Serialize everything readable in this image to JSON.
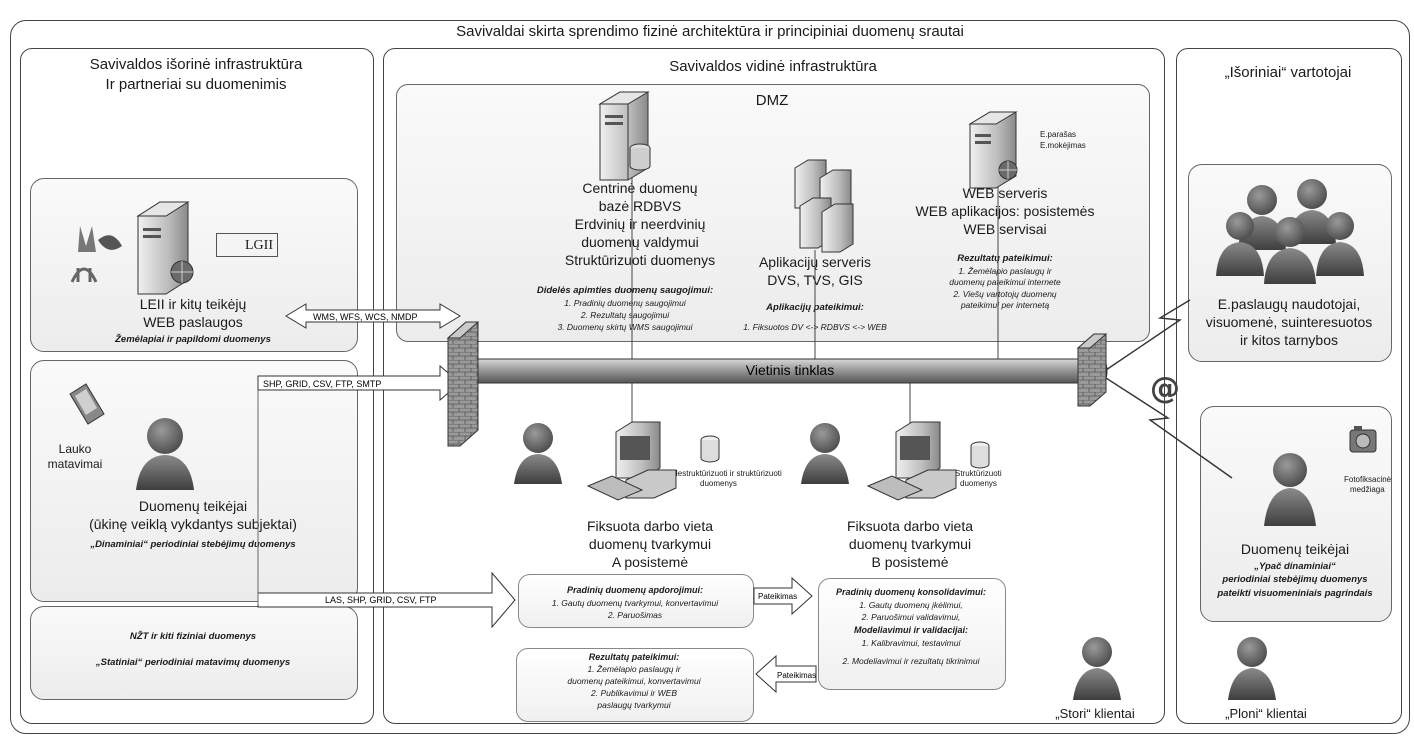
{
  "main_title": "Savivaldai skirta sprendimo fizinė architektūra ir principiniai duomenų srautai",
  "left": {
    "title_line1": "Savivaldos išorinė infrastruktūra",
    "title_line2": "Ir partneriai su duomenimis",
    "leii_box": {
      "logo_text": "LGII",
      "line1": "LEII ir kitų teikėjų",
      "line2": "WEB paslaugos",
      "sub": "Žemėlapiai ir papildomi duomenys"
    },
    "providers_box": {
      "device_label_line1": "Lauko",
      "device_label_line2": "matavimai",
      "line1": "Duomenų teikėjai",
      "line2": "(ūkinę veiklą vykdantys subjektai)",
      "sub": "„Dinaminiai“ periodiniai stebėjimų duomenys"
    },
    "static_box": {
      "line1": "NŽT ir kiti fiziniai duomenys",
      "line2": "„Statiniai“ periodiniai matavimų duomenys"
    }
  },
  "arrows": {
    "wms": "WMS, WFS, WCS, NMDP",
    "shp": "SHP, GRID, CSV, FTP, SMTP",
    "las": "LAS, SHP, GRID, CSV, FTP",
    "pateikimas1": "Pateikimas",
    "pateikimas2": "Pateikimas"
  },
  "center": {
    "title": "Savivaldos vidinė infrastruktūra",
    "dmz": "DMZ",
    "db": {
      "line1": "Centrinė duomenų",
      "line2": "bazė RDBVS",
      "line3": "Erdvinių ir neerdvinių",
      "line4": "duomenų valdymui",
      "line5": "Struktūrizuoti duomenys",
      "note_title": "Didelės apimties duomenų saugojimui:",
      "note1": "1. Pradinių duomenų saugojimui",
      "note2": "2. Rezultatų saugojimui",
      "note3": "3. Duomenų skirtų WMS saugojimui"
    },
    "app": {
      "line1": "Aplikacijų serveris",
      "line2": "DVS, TVS, GIS",
      "note_title": "Aplikacijų pateikimui:",
      "note1": "1. Fiksuotos DV <-> RDBVS <-> WEB"
    },
    "web": {
      "tag1": "E.parašas",
      "tag2": "E.mokėjimas",
      "line1": "WEB serveris",
      "line2": "WEB aplikacijos: posistemės",
      "line3": "WEB servisai",
      "note_title": "Rezultatų pateikimui:",
      "note1": "1. Žemėlapio paslaugų ir",
      "note2": "duomenų pateikimui internete",
      "note3": "2. Viešų vartotojų duomenų",
      "note4": "pateikimui per internetą"
    },
    "lan": "Vietinis tinklas",
    "ws_a": {
      "db_label1": "Nestruktūrizuoti ir struktūrizuoti",
      "db_label2": "duomenys",
      "line1": "Fiksuota darbo vieta",
      "line2": "duomenų tvarkymui",
      "line3": "A posistemė"
    },
    "ws_b": {
      "db_label1": "Struktūrizuoti",
      "db_label2": "duomenys",
      "line1": "Fiksuota darbo vieta",
      "line2": "duomenų tvarkymui",
      "line3": "B posistemė"
    },
    "proc_a": {
      "title": "Pradinių duomenų apdorojimui:",
      "l1": "1. Gautų duomenų tvarkymui, konvertavimui",
      "l2": "2. Paruošimas"
    },
    "proc_b": {
      "title": "Pradinių duomenų konsolidavimui:",
      "l1": "1. Gautų duomenų įkėlimui,",
      "l2": "2. Paruošimui validavimui,",
      "title2": "Modeliavimui ir validacijai:",
      "l3": "1. Kalibravimui, testavimui",
      "l4": "2. Modeliavimui ir rezultatų tikrinimui"
    },
    "proc_c": {
      "title": "Rezultatų pateikimui:",
      "l1": "1. Žemėlapio paslaugų ir",
      "l2": "duomenų pateikimui, konvertavimui",
      "l3": "2. Publikavimui ir WEB",
      "l4": "paslaugų tvarkymui"
    },
    "thick_clients": "„Stori“ klientai"
  },
  "right": {
    "title": "„Išoriniai“ vartotojai",
    "users_box": {
      "line1": "E.paslaugų naudotojai,",
      "line2": "visuomenė, suinteresuotos",
      "line3": "ir kitos tarnybos"
    },
    "at": "@",
    "providers_box": {
      "camera_label1": "Fotofiksacinė",
      "camera_label2": "medžiaga",
      "line1": "Duomenų teikėjai",
      "line2": "„Ypač dinaminiai“",
      "line3": "periodiniai stebėjimų duomenys",
      "line4": "pateikti visuomeniniais pagrindais"
    },
    "thin_clients": "„Ploni“ klientai"
  }
}
